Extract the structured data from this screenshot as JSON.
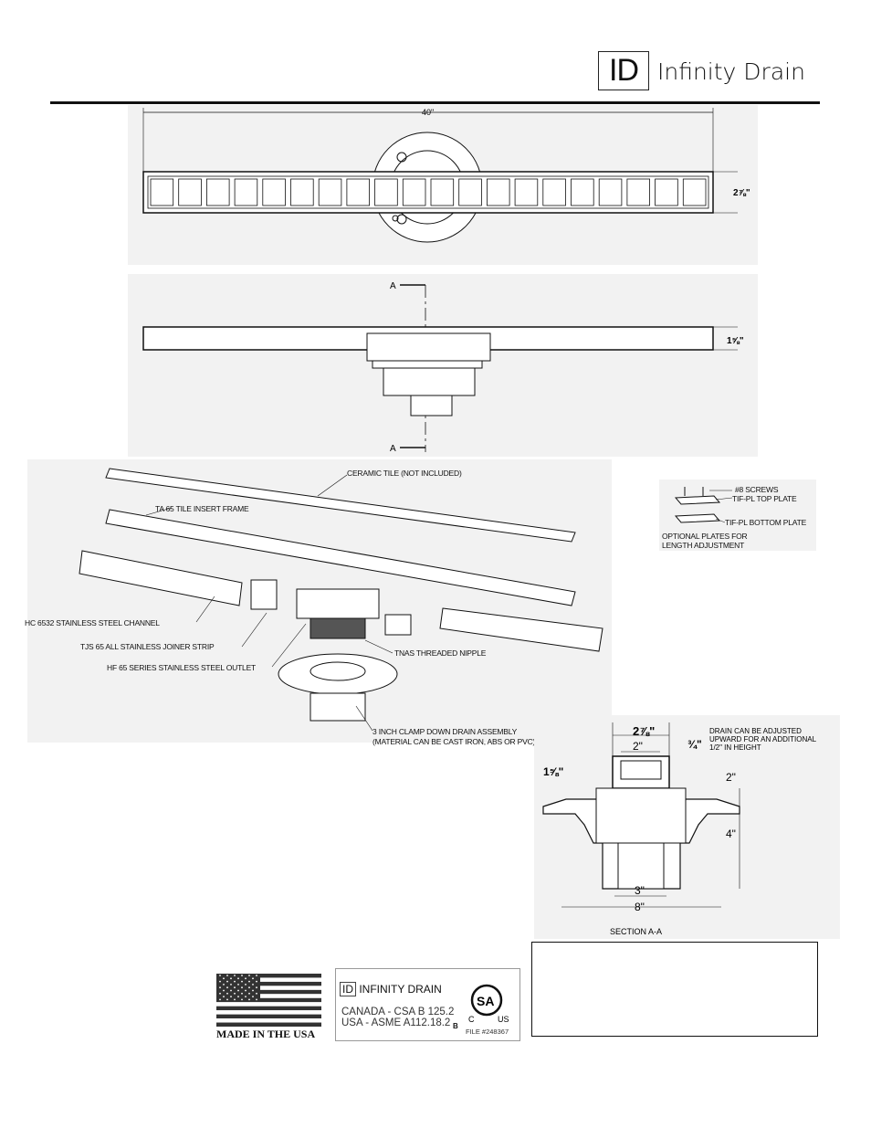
{
  "header": {
    "logo_mark": "ID",
    "brand_name": "Infinity Drain"
  },
  "plan_view": {
    "width_dim": "40\"",
    "height_dim": "2⅞\""
  },
  "elevation_view": {
    "section_mark_top": "A",
    "section_mark_bottom": "A",
    "height_dim": "1⅝\""
  },
  "exploded_view": {
    "callouts": [
      "CERAMIC TILE (NOT INCLUDED)",
      "TA 65 TILE INSERT FRAME",
      "HC 6532 STAINLESS STEEL CHANNEL",
      "TJS 65 ALL STAINLESS JOINER STRIP",
      "HF 65 SERIES STAINLESS STEEL OUTLET",
      "TNAS THREADED NIPPLE",
      "3 INCH CLAMP DOWN DRAIN ASSEMBLY",
      "(MATERIAL CAN BE CAST IRON, ABS OR PVC)"
    ]
  },
  "plates_detail": {
    "labels": [
      "#8 SCREWS",
      "TIF-PL TOP PLATE",
      "TIF-PL BOTTOM PLATE",
      "OPTIONAL PLATES FOR",
      "LENGTH ADJUSTMENT"
    ]
  },
  "section_view": {
    "dim_top_width": "2⅞\"",
    "dim_inner_width": "2\"",
    "dim_adjust": "¾\"",
    "note": [
      "DRAIN CAN BE ADJUSTED",
      "UPWARD FOR AN ADDITIONAL",
      "1/2\" IN HEIGHT"
    ],
    "dim_channel_height": "1⅝\"",
    "dim_upper_height": "2\"",
    "dim_body_height": "4\"",
    "dim_outlet": "3\"",
    "dim_flange": "8\"",
    "title": "SECTION A-A"
  },
  "footer": {
    "made_in": "MADE IN THE USA",
    "cert_brand": "INFINITY DRAIN",
    "cert_logo_mark": "ID",
    "cert_line1": "CANADA - CSA B 125.2",
    "cert_line2": "USA - ASME A112.18.2",
    "cert_class": "B",
    "cert_c": "C",
    "cert_us": "US",
    "cert_file": "FILE #248367",
    "csa_mark": "SA"
  },
  "colors": {
    "line": "#111111",
    "panel_bg": "#f2f2f2"
  }
}
